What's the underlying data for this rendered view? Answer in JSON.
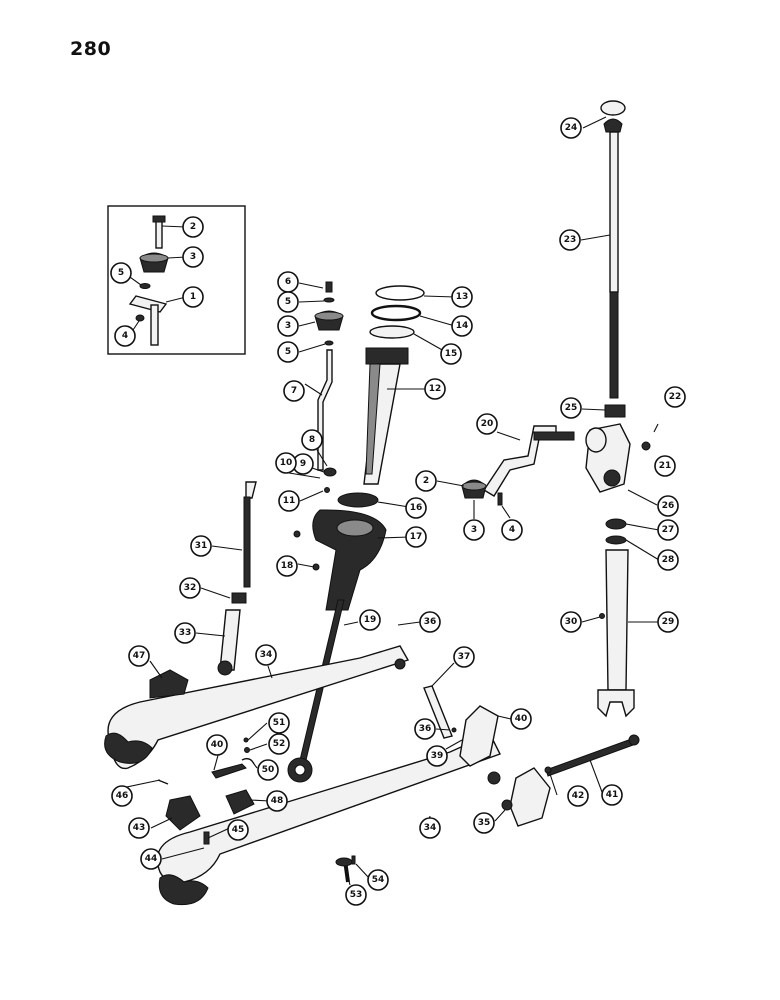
{
  "page": {
    "number": "280"
  },
  "callouts": [
    {
      "id": "c2a",
      "label": "2"
    },
    {
      "id": "c3a",
      "label": "3"
    },
    {
      "id": "c5a",
      "label": "5"
    },
    {
      "id": "c1",
      "label": "1"
    },
    {
      "id": "c4a",
      "label": "4"
    },
    {
      "id": "c6",
      "label": "6"
    },
    {
      "id": "c5b",
      "label": "5"
    },
    {
      "id": "c3b",
      "label": "3"
    },
    {
      "id": "c5c",
      "label": "5"
    },
    {
      "id": "c7",
      "label": "7"
    },
    {
      "id": "c13",
      "label": "13"
    },
    {
      "id": "c14",
      "label": "14"
    },
    {
      "id": "c15",
      "label": "15"
    },
    {
      "id": "c12",
      "label": "12"
    },
    {
      "id": "c8",
      "label": "8"
    },
    {
      "id": "c9",
      "label": "9"
    },
    {
      "id": "c10",
      "label": "10"
    },
    {
      "id": "c11",
      "label": "11"
    },
    {
      "id": "c16",
      "label": "16"
    },
    {
      "id": "c17",
      "label": "17"
    },
    {
      "id": "c18",
      "label": "18"
    },
    {
      "id": "c31",
      "label": "31"
    },
    {
      "id": "c32",
      "label": "32"
    },
    {
      "id": "c33",
      "label": "33"
    },
    {
      "id": "c19",
      "label": "19"
    },
    {
      "id": "c36a",
      "label": "36"
    },
    {
      "id": "c47",
      "label": "47"
    },
    {
      "id": "c34a",
      "label": "34"
    },
    {
      "id": "c24",
      "label": "24"
    },
    {
      "id": "c23",
      "label": "23"
    },
    {
      "id": "c25",
      "label": "25"
    },
    {
      "id": "c22",
      "label": "22"
    },
    {
      "id": "c21",
      "label": "21"
    },
    {
      "id": "c20",
      "label": "20"
    },
    {
      "id": "c2b",
      "label": "2"
    },
    {
      "id": "c3c",
      "label": "3"
    },
    {
      "id": "c4b",
      "label": "4"
    },
    {
      "id": "c26",
      "label": "26"
    },
    {
      "id": "c27",
      "label": "27"
    },
    {
      "id": "c28",
      "label": "28"
    },
    {
      "id": "c30a",
      "label": "30"
    },
    {
      "id": "c29",
      "label": "29"
    },
    {
      "id": "c37",
      "label": "37"
    },
    {
      "id": "c36b",
      "label": "36"
    },
    {
      "id": "c39",
      "label": "39"
    },
    {
      "id": "c40a",
      "label": "40"
    },
    {
      "id": "c51",
      "label": "51"
    },
    {
      "id": "c52",
      "label": "52"
    },
    {
      "id": "c40b",
      "label": "40"
    },
    {
      "id": "c50",
      "label": "50"
    },
    {
      "id": "c46",
      "label": "46"
    },
    {
      "id": "c43",
      "label": "43"
    },
    {
      "id": "c45",
      "label": "45"
    },
    {
      "id": "c48",
      "label": "48"
    },
    {
      "id": "c44",
      "label": "44"
    },
    {
      "id": "c34b",
      "label": "34"
    },
    {
      "id": "c35",
      "label": "35"
    },
    {
      "id": "c42",
      "label": "42"
    },
    {
      "id": "c41",
      "label": "41"
    },
    {
      "id": "c53",
      "label": "53"
    },
    {
      "id": "c54",
      "label": "54"
    }
  ]
}
